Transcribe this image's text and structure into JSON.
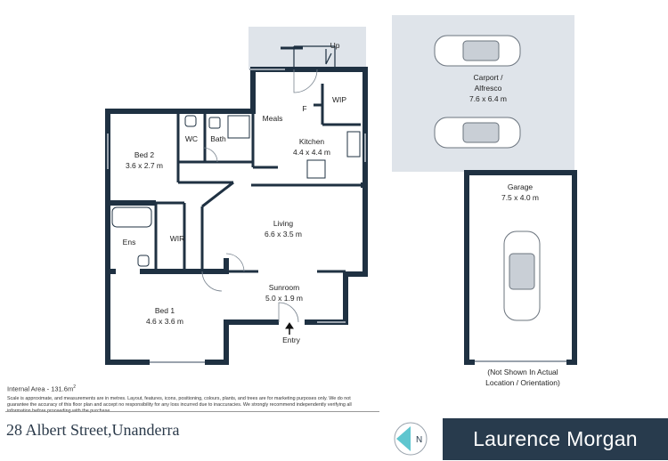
{
  "rooms": {
    "carport": {
      "name_line1": "Carport /",
      "name_line2": "Alfresco",
      "dims": "7.6 x 6.4 m"
    },
    "garage": {
      "name": "Garage",
      "dims": "7.5 x 4.0 m"
    },
    "bed2": {
      "name": "Bed 2",
      "dims": "3.6 x 2.7 m"
    },
    "kitchen": {
      "name": "Kitchen",
      "dims": "4.4 x 4.4 m"
    },
    "living": {
      "name": "Living",
      "dims": "6.6 x 3.5 m"
    },
    "sunroom": {
      "name": "Sunroom",
      "dims": "5.0 x 1.9 m"
    },
    "bed1": {
      "name": "Bed 1",
      "dims": "4.6 x 3.6 m"
    },
    "wc": {
      "name": "WC"
    },
    "bath": {
      "name": "Bath"
    },
    "meals": {
      "name": "Meals"
    },
    "wip": {
      "name": "WIP"
    },
    "ens": {
      "name": "Ens"
    },
    "wir": {
      "name": "WIR"
    }
  },
  "labels": {
    "up": "Up",
    "fridge": "F",
    "entry": "Entry",
    "not_shown_line1": "(Not Shown In Actual",
    "not_shown_line2": "Location / Orientation)"
  },
  "footer": {
    "internal_area_label": "Internal Area - 131.6m",
    "internal_area_sup": "2",
    "disclaimer": "Scale is approximate, and measurements are in metres. Layout, features, icons, positioning, colours, plants, and trees are for marketing purposes only. We do not guarantee the accuracy of this floor plan and accept no responsibility for any loss incurred due to inaccuracies. We strongly recommend independently verifying all information before proceeding with the purchase.",
    "address": "28 Albert Street,Unanderra",
    "brand": "Laurence Morgan",
    "compass_letter": "N"
  },
  "colors": {
    "wall": "#1f3142",
    "outdoor_fill": "#dfe4ea",
    "brand_bg": "#283b4d",
    "compass_accent": "#5fc6cf"
  }
}
